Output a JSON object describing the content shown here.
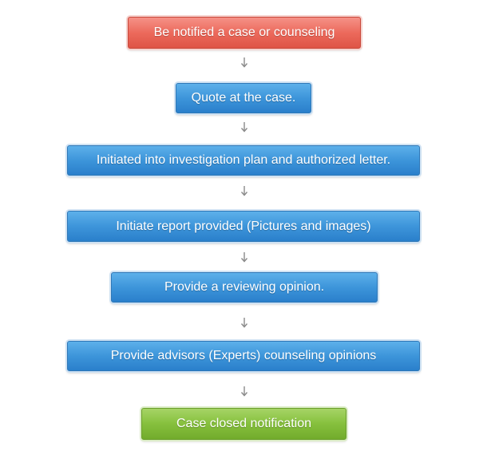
{
  "flow": {
    "steps": [
      {
        "label": "Be notified a case or counseling",
        "color": "#ec6a5c"
      },
      {
        "label": "Quote at the case.",
        "color": "#3d95da"
      },
      {
        "label": "Initiated into investigation plan and authorized letter.",
        "color": "#3d95da"
      },
      {
        "label": "Initiate report provided (Pictures and images)",
        "color": "#3d95da"
      },
      {
        "label": "Provide a reviewing opinion.",
        "color": "#3d95da"
      },
      {
        "label": "Provide advisors (Experts) counseling opinions",
        "color": "#3d95da"
      },
      {
        "label": "Case closed notification",
        "color": "#86c03d"
      }
    ],
    "arrow_color": "#8a8a8a"
  }
}
